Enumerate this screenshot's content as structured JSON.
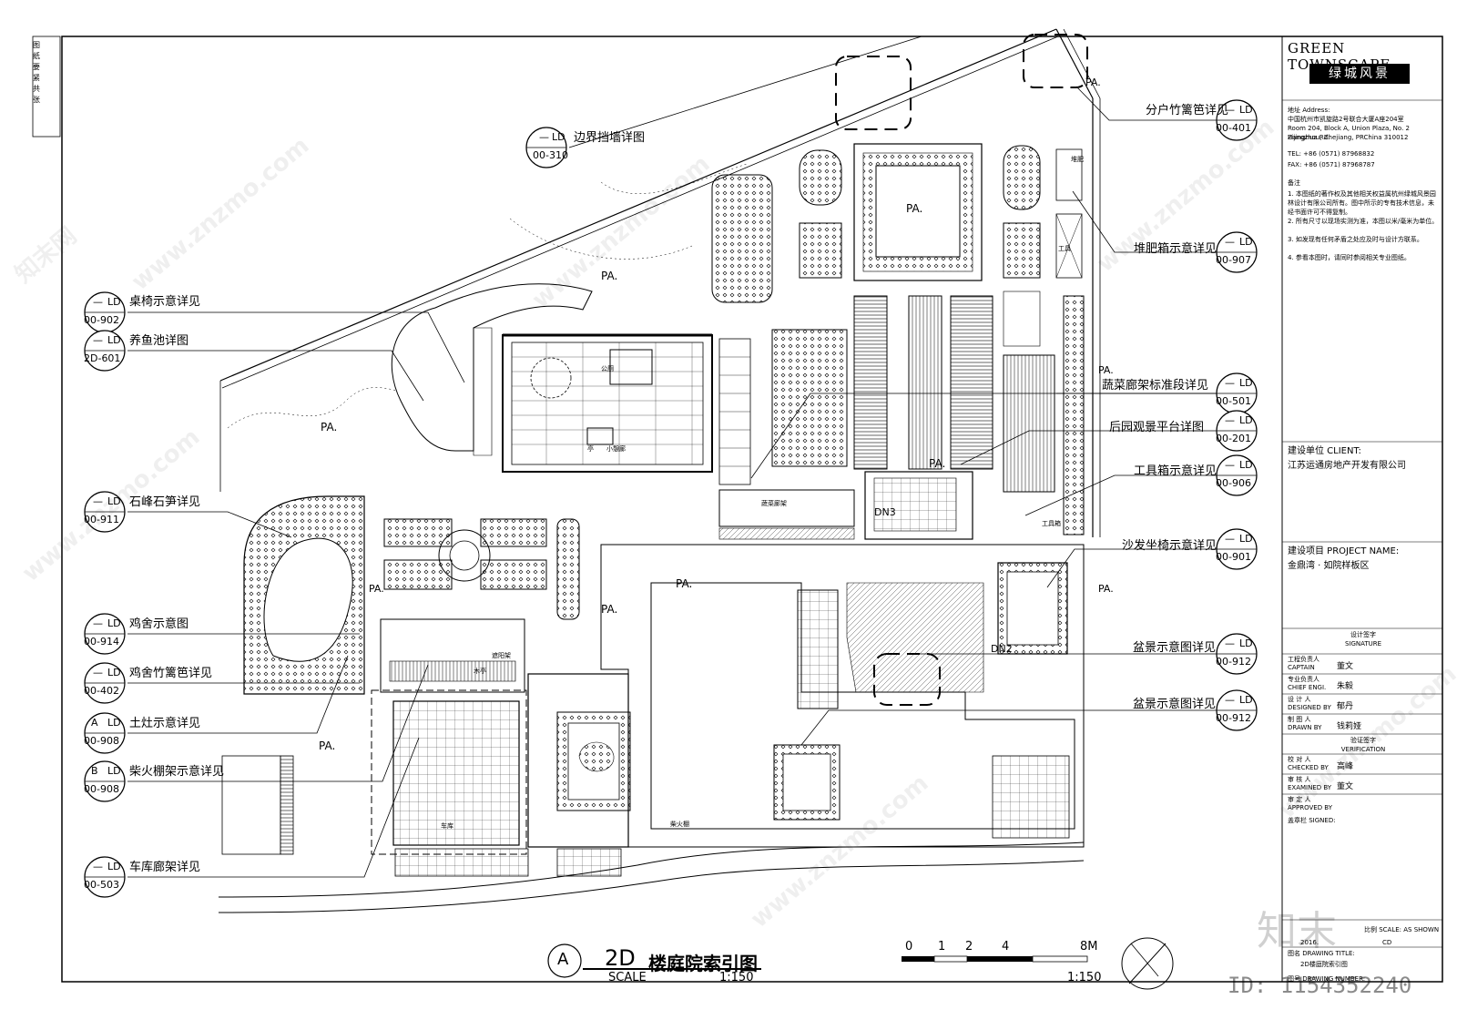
{
  "stamp": [
    "图",
    "纸",
    "要",
    "紧",
    "共",
    "张"
  ],
  "brand": {
    "name": "GREEN TOWNSCAPE",
    "name_cn": "绿城风景"
  },
  "address": {
    "label": "地址 Address:",
    "cn": "中国杭州市凯旋路2号联合大厦A座204室",
    "en1": "Room 204, Block A, Union Plaza, No. 2 Zijinghua Rd.",
    "en2": "Hangzhou, Zhejiang, PRChina 310012",
    "tel": "TEL: +86 (0571) 87968832",
    "fax": "FAX: +86 (0571) 87968787"
  },
  "notes": {
    "label": "备注",
    "lines": [
      "1. 本图纸的著作权及其他相关权益属杭州绿城风景园林设计有限公司所有。图中所示的专有技术信息，未经书面许可不得复制。",
      "2. 所有尺寸以现场实测为准，本图以米/毫米为单位。",
      "3. 如发现有任何矛盾之处应及时与设计方联系。",
      "4. 参看本图时，请同时参阅相关专业图纸。"
    ]
  },
  "client": {
    "label": "建设单位 CLIENT:",
    "value": "江苏运通房地产开发有限公司"
  },
  "project": {
    "label": "建设项目 PROJECT NAME:",
    "value": "金鼎湾 · 如院样板区"
  },
  "signature": {
    "title": "设计签字",
    "title_en": "SIGNATURE",
    "rows": [
      {
        "cn": "工程负责人",
        "en": "CAPTAIN",
        "name": "董文"
      },
      {
        "cn": "专业负责人",
        "en": "CHIEF ENGI.",
        "name": "朱毅"
      },
      {
        "cn": "设 计 人",
        "en": "DESIGNED BY",
        "name": "郁丹"
      },
      {
        "cn": "制 图 人",
        "en": "DRAWN BY",
        "name": "钱莉娅"
      }
    ],
    "verify_title": "验证签字",
    "verify_en": "VERIFICATION",
    "verify_rows": [
      {
        "cn": "校 对 人",
        "en": "CHECKED BY",
        "name": "高峰"
      },
      {
        "cn": "审 核 人",
        "en": "EXAMINED BY",
        "name": "董文"
      },
      {
        "cn": "审 定 人",
        "en": "APPROVED BY",
        "name": ""
      }
    ],
    "signed": "盖章栏 SIGNED:"
  },
  "sheet_meta": {
    "scale_label": "比例 SCALE: AS SHOWN",
    "date": "2016.",
    "stage": "CD",
    "title_label": "图名 DRAWING TITLE:",
    "title_value": "2D楼庭院索引图",
    "number_label": "图号 DRAWING NUMBER:"
  },
  "drawing_title": {
    "marker": "A",
    "code": "2D",
    "name": "楼庭院索引图",
    "scale_word": "SCALE",
    "scale": "1:150",
    "scale_right": "1:150"
  },
  "scale_bar": [
    "0",
    "1",
    "2",
    "4",
    "8M"
  ],
  "pa_labels": [
    "PA.",
    "PA.",
    "PA.",
    "PA.",
    "PA.",
    "PA.",
    "PA.",
    "PA.",
    "PA.",
    "PA.",
    "PA."
  ],
  "dn_labels": [
    "DN3",
    "DN2"
  ],
  "plan_small": [
    "公厕",
    "亭",
    "小憩廊",
    "木亭",
    "遮阳架",
    "工具箱",
    "堆肥",
    "工具",
    "蔬菜廊架",
    "柴火棚",
    "车库"
  ],
  "callouts_left": [
    {
      "top": "—",
      "code": "LD",
      "num": "00-310",
      "text": "边界挡墙详图"
    },
    {
      "top": "—",
      "code": "LD",
      "num": "00-902",
      "text": "桌椅示意详见"
    },
    {
      "top": "—",
      "code": "LD",
      "num": "2D-601",
      "text": "养鱼池详图"
    },
    {
      "top": "—",
      "code": "LD",
      "num": "00-911",
      "text": "石峰石笋详见"
    },
    {
      "top": "—",
      "code": "LD",
      "num": "00-914",
      "text": "鸡舍示意图"
    },
    {
      "top": "—",
      "code": "LD",
      "num": "00-402",
      "text": "鸡舍竹篱笆详见"
    },
    {
      "top": "A",
      "code": "LD",
      "num": "00-908",
      "text": "土灶示意详见"
    },
    {
      "top": "B",
      "code": "LD",
      "num": "00-908",
      "text": "柴火棚架示意详见"
    },
    {
      "top": "—",
      "code": "LD",
      "num": "00-503",
      "text": "车库廊架详见"
    }
  ],
  "callouts_right": [
    {
      "top": "—",
      "code": "LD",
      "num": "00-401",
      "text": "分户竹篱笆详见"
    },
    {
      "top": "—",
      "code": "LD",
      "num": "00-907",
      "text": "堆肥箱示意详见"
    },
    {
      "top": "—",
      "code": "LD",
      "num": "00-501",
      "text": "蔬菜廊架标准段详见"
    },
    {
      "top": "—",
      "code": "LD",
      "num": "00-201",
      "text": "后园观景平台详图"
    },
    {
      "top": "—",
      "code": "LD",
      "num": "00-906",
      "text": "工具箱示意详见"
    },
    {
      "top": "—",
      "code": "LD",
      "num": "00-901",
      "text": "沙发坐椅示意详见"
    },
    {
      "top": "—",
      "code": "LD",
      "num": "00-912",
      "text": "盆景示意图详见"
    },
    {
      "top": "—",
      "code": "LD",
      "num": "00-912",
      "text": "盆景示意图详见"
    }
  ],
  "watermarks": {
    "site": "www.znzmo.com",
    "brand": "知末网",
    "logo": "知末",
    "id": "ID: 1154352240"
  }
}
